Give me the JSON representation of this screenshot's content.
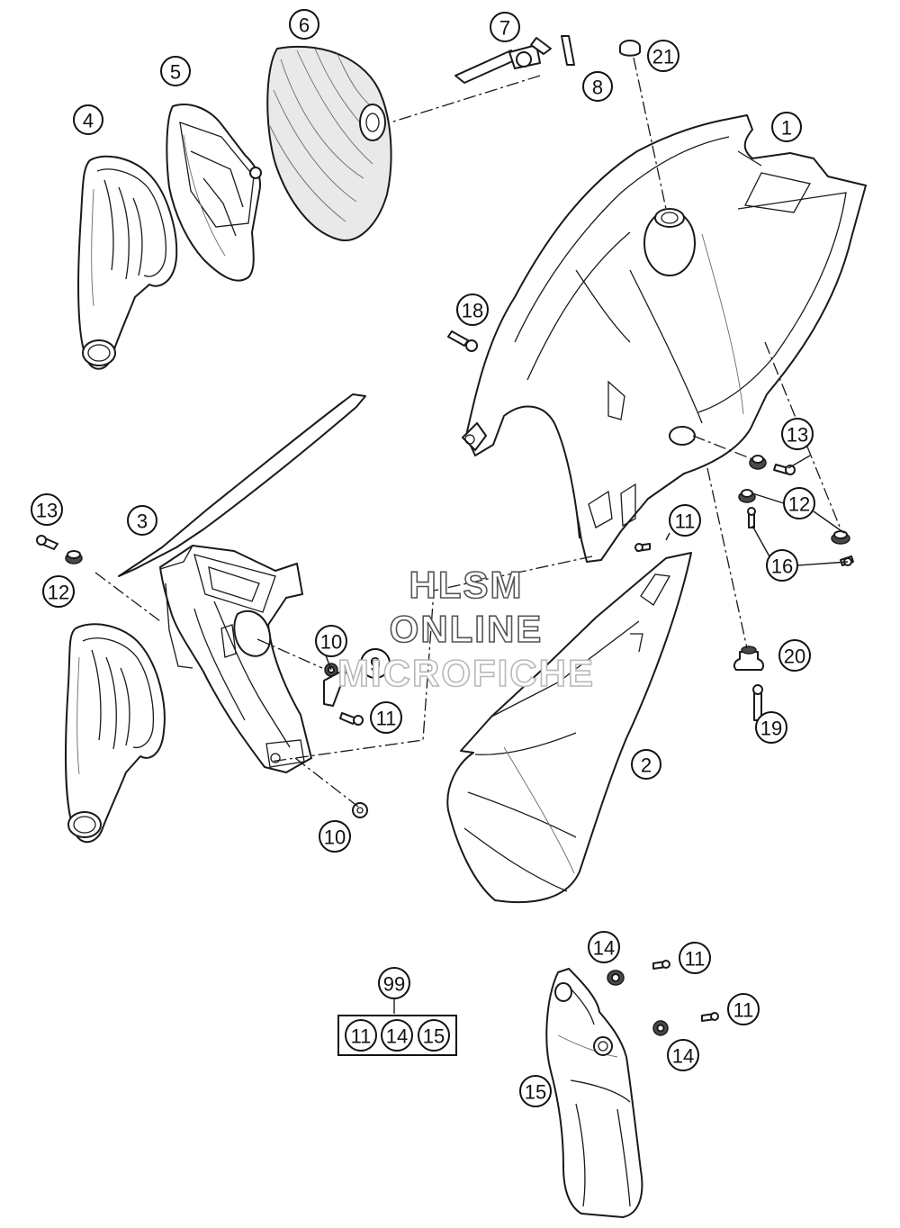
{
  "callouts": {
    "c1": "1",
    "c2": "2",
    "c3": "3",
    "c4": "4",
    "c5": "5",
    "c6": "6",
    "c7": "7",
    "c8": "8",
    "c9": "9",
    "c10a": "10",
    "c10b": "10",
    "c11a": "11",
    "c11b": "11",
    "c11c": "11",
    "c11d": "11",
    "c12a": "12",
    "c12b": "12",
    "c13a": "13",
    "c13b": "13",
    "c14a": "14",
    "c14b": "14",
    "c15": "15",
    "c16": "16",
    "c18": "18",
    "c19": "19",
    "c20": "20",
    "c21": "21",
    "c99": "99"
  },
  "kit": {
    "items": [
      "11",
      "14",
      "15"
    ]
  },
  "watermark": {
    "line1": "HLSM",
    "line2": "ONLINE",
    "line3": "MICROFICHE"
  }
}
